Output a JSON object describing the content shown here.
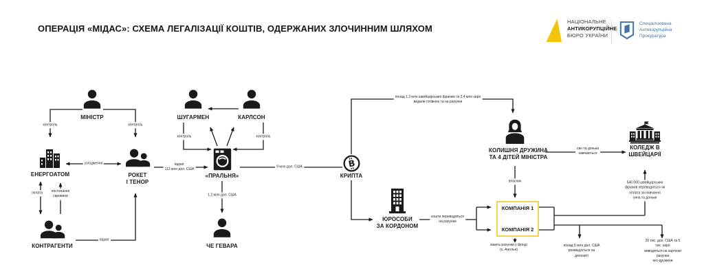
{
  "title": "ОПЕРАЦІЯ «МІДАС»: СХЕМА ЛЕГАЛІЗАЦІЇ КОШТІВ, ОДЕРЖАНИХ ЗЛОЧИННИМ ШЛЯХОМ",
  "logos": {
    "nabu": {
      "line1": "НАЦІОНАЛЬНЕ",
      "line2": "АНТИКОРУПЦІЙНЕ",
      "line3": "БЮРО УКРАЇНИ"
    },
    "sap": {
      "line1": "Спеціалізована",
      "line2": "Антикорупційна",
      "line3": "Прокуратура"
    }
  },
  "colors": {
    "ink": "#1a1a1a",
    "nabu-yellow": "#f2c50a",
    "sap-blue": "#4174a6",
    "box-border": "#f3d34a"
  },
  "nodes": {
    "minister": "МІНІСТР",
    "shugarmen": "ШУГАРМЕН",
    "karlson": "КАРЛСОН",
    "energoatom": "ЕНЕРГОАТОМ",
    "roket_tenor": "РОКЕТ\nІ ТЕНОР",
    "kontragenty": "КОНТРАГЕНТИ",
    "pralnya": "«ПРАЛЬНЯ»",
    "che_gevara": "ЧЕ ГЕВАРА",
    "krypta": "КРИПТА",
    "yurosoby": "ЮРОСОБИ\nЗА КОРДОНОМ",
    "ex_wife": "КОЛИШНЯ ДРУЖИНА\nТА 4 ДІТЕЙ МІНІСТРА",
    "college": "КОЛЕДЖ В\nШВЕЙЦАРІЇ",
    "company1": "КОМПАНІЯ 1",
    "company2": "КОМПАНІЯ 2"
  },
  "edges": {
    "control": "контроль",
    "uzghodzhennia": "узгодження",
    "oplata": "оплата",
    "postachannia": "постачання\nсировини",
    "vidkat": "відкат",
    "vidkat_112": "відкат\n112 млн дол. США",
    "usd_1_2": "1,2 млн дол. США",
    "usd_9": "9 млн дол. США",
    "cash_out": "понад 1,3 млн швейцарських франків та 2,4 млн євро\nвидали готівкою та на рахунки",
    "study": "син та донька\nнавчаються",
    "vlasnyk": "власник",
    "transfer_accounts": "кошти переводяться\nна рахунки",
    "fund_accounts": "мають рахунки у фонді\n(о. Ангілья)",
    "tuition": "546 000 швейцарських\nфранків переводяться як\nоплата за навчання\nсина та доньки",
    "deposit": "понад 5 млн дол. США\nрозміщується на\nдепозиті",
    "cards": "20 тис. дол. США та 5 тис. євро\nвиводяться на карткові рахунки\nекс-дружини"
  }
}
